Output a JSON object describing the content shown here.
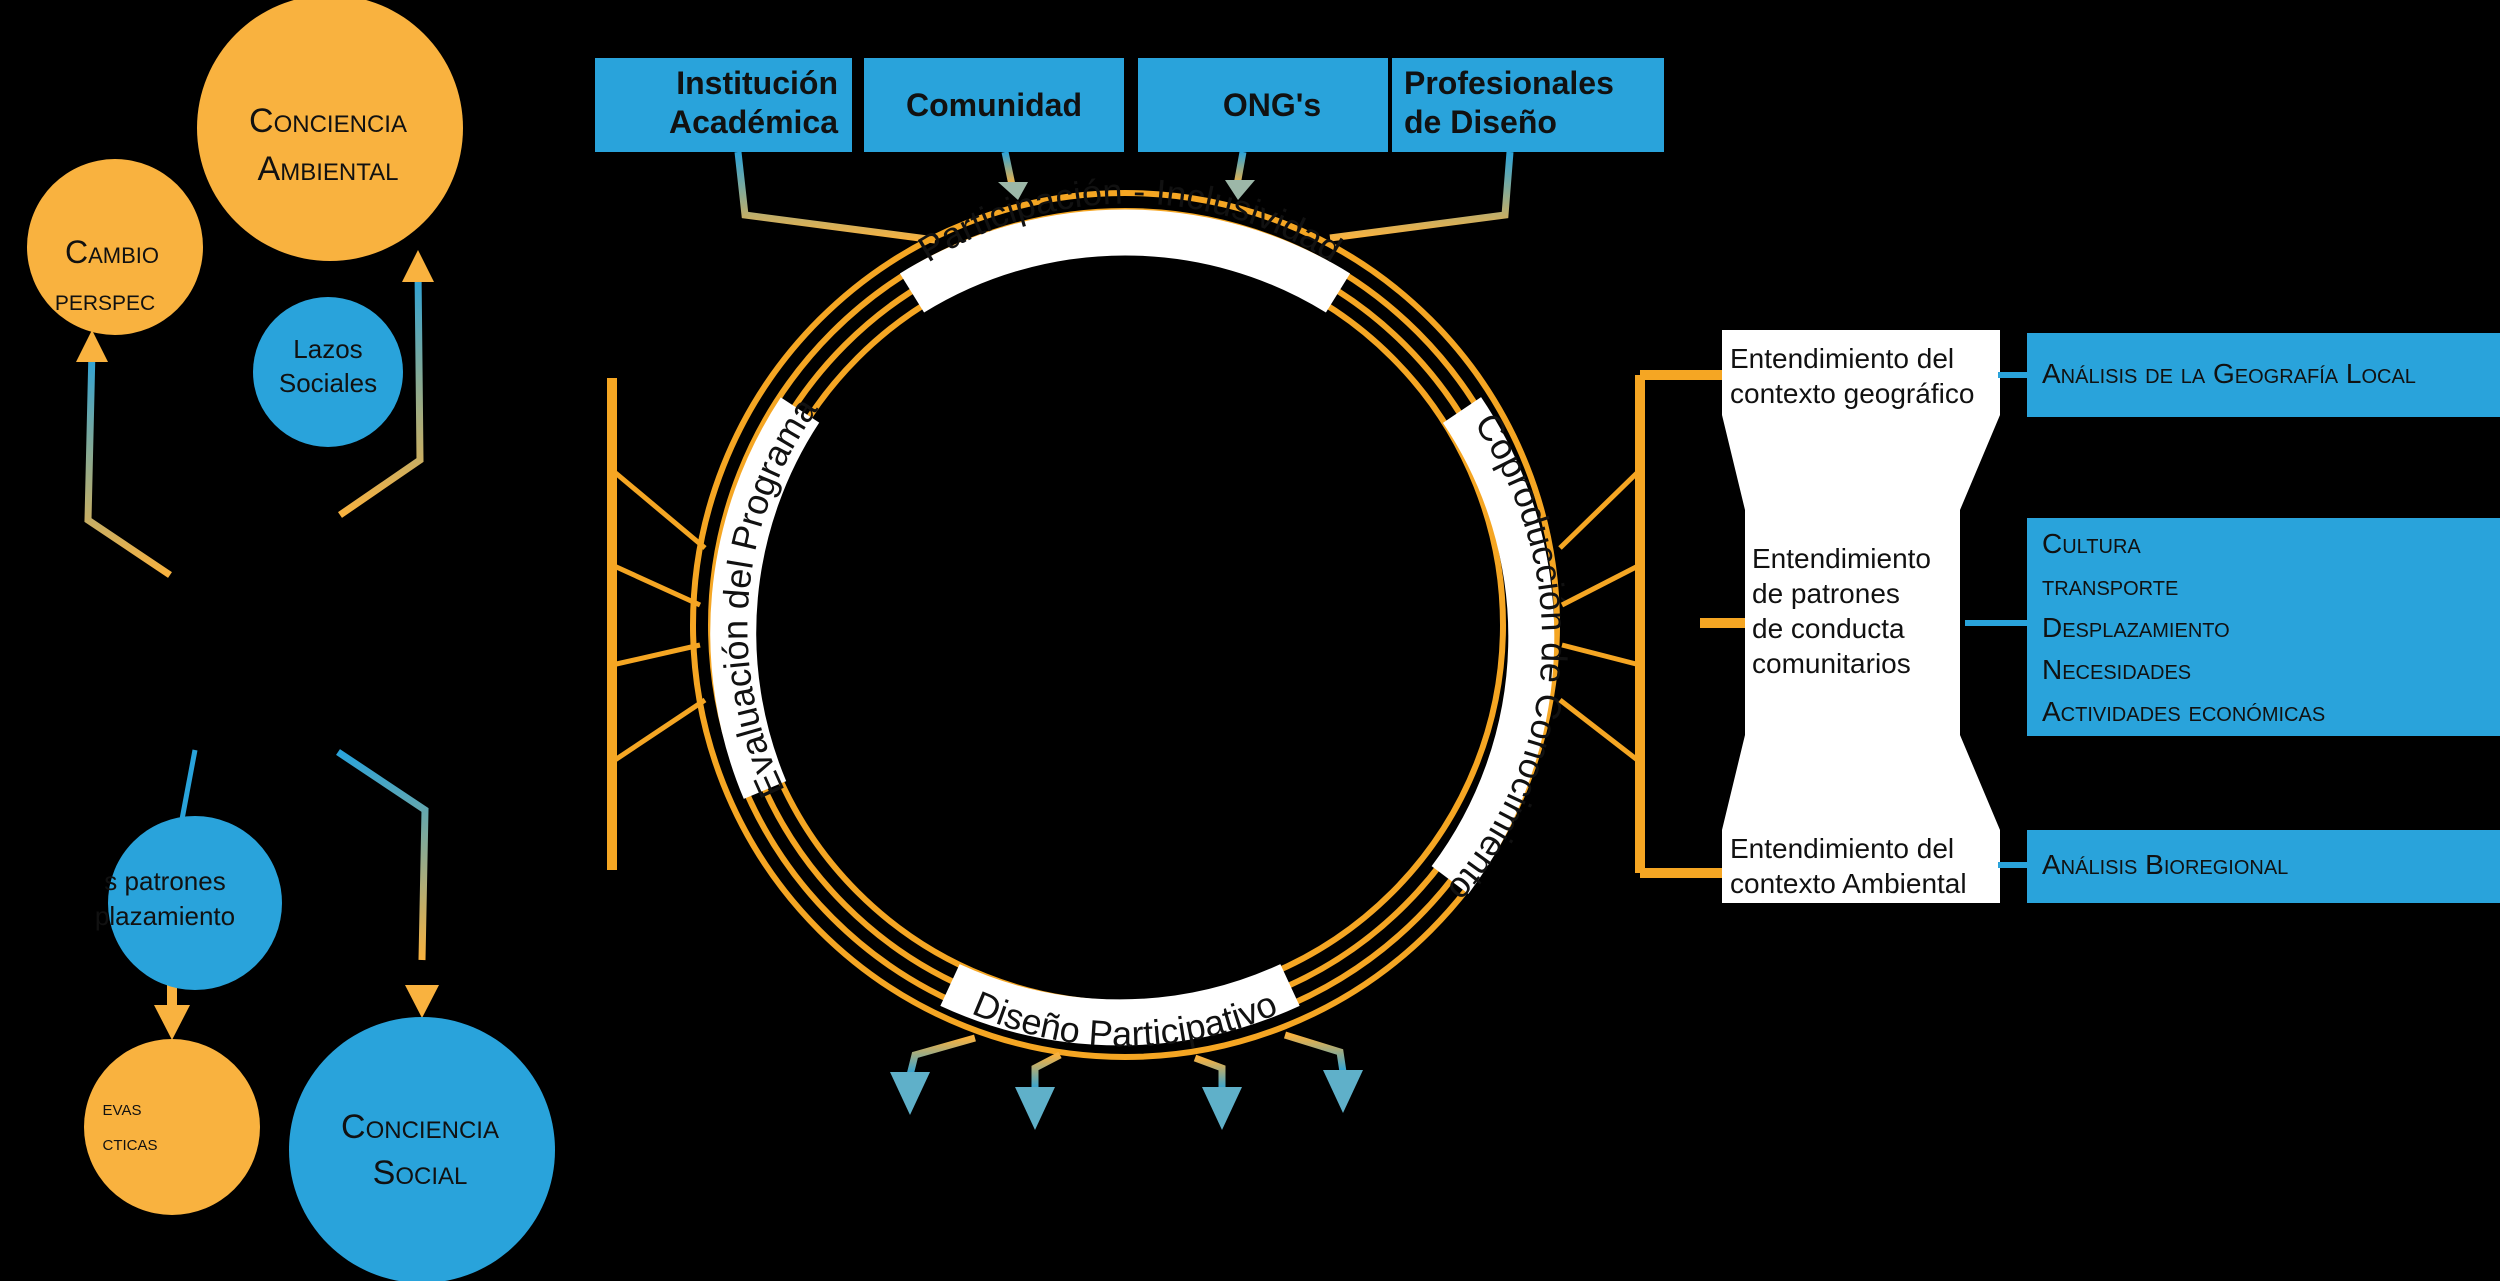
{
  "colors": {
    "background": "#000000",
    "blue": "#29a3db",
    "orange": "#f9b23f",
    "ring": "#f5a623",
    "text_dark": "#111111",
    "white": "#ffffff"
  },
  "stakeholders": [
    {
      "line1": "Institución",
      "line2": "Académica"
    },
    {
      "line1": "Comunidad",
      "line2": ""
    },
    {
      "line1": "ONG's",
      "line2": ""
    },
    {
      "line1": "Profesionales",
      "line2": "de Diseño"
    }
  ],
  "ring_labels": {
    "top": "Participación - Inclusividad",
    "right": "Coproducción de Conocimiento",
    "bottom": "Diseño Participativo",
    "left": "Evaluación del Programa"
  },
  "understanding": [
    {
      "lines": [
        "Entendimiento del",
        "contexto geográfico"
      ]
    },
    {
      "lines": [
        "Entendimiento",
        "de patrones",
        "de conducta",
        "comunitarios"
      ]
    },
    {
      "lines": [
        "Entendimiento del",
        "contexto Ambiental"
      ]
    }
  ],
  "analysis": {
    "geo": "Análisis de la Geografía Local",
    "behavior": [
      "Cultura",
      "transporte",
      "Desplazamiento",
      "Necesidades",
      "Actividades económicas"
    ],
    "bio": "Análisis Bioregional"
  },
  "outcomes": {
    "conciencia_ambiental": [
      "Conciencia",
      "Ambiental"
    ],
    "cambio": [
      "Cambio",
      "perspec"
    ],
    "lazos": [
      "Lazos",
      "Sociales"
    ],
    "patrones": [
      "s patrones",
      "plazamiento"
    ],
    "nuevas": [
      "evas",
      "cticas"
    ],
    "conciencia_social": [
      "Conciencia",
      "Social"
    ]
  }
}
